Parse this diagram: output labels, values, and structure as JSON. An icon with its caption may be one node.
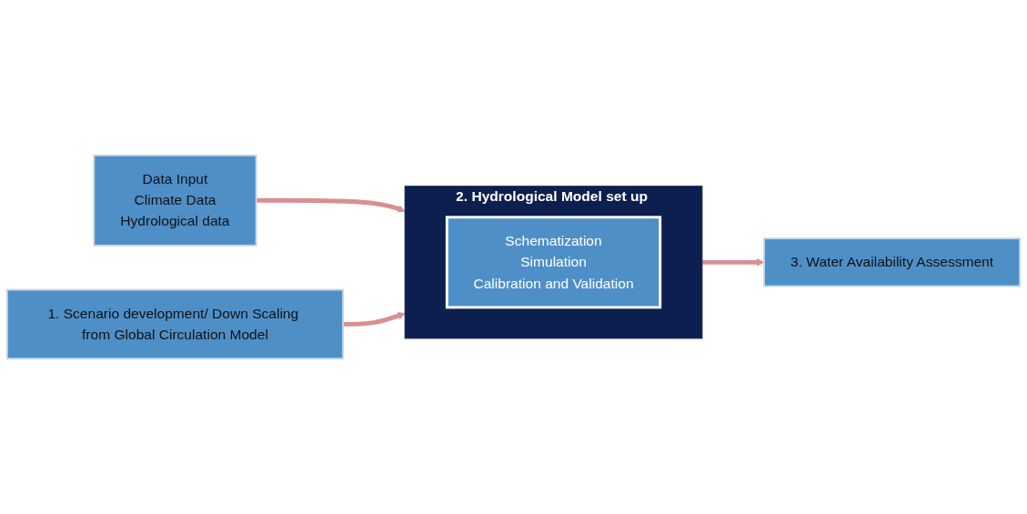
{
  "diagram": {
    "nodes": [
      {
        "text": [
          "Data Input",
          "Climate Data",
          "Hydrological data"
        ]
      },
      {
        "text": [
          "1. Scenario development/ Down Scaling from Global Circulation Model"
        ]
      },
      {
        "text": [
          "2. Hydrological Model set up"
        ]
      },
      {
        "text": [
          "Schematization",
          "Simulation",
          "Calibration and Validation"
        ],
        "in": 2
      },
      {
        "text": [
          "3. Water Availability Assessment"
        ]
      }
    ],
    "edges": [
      {
        "from": 0,
        "to": 2,
        "arrow": "to"
      },
      {
        "from": 1,
        "to": 2,
        "arrow": "to"
      },
      {
        "from": 2,
        "to": 4,
        "arrow": "to"
      }
    ]
  }
}
